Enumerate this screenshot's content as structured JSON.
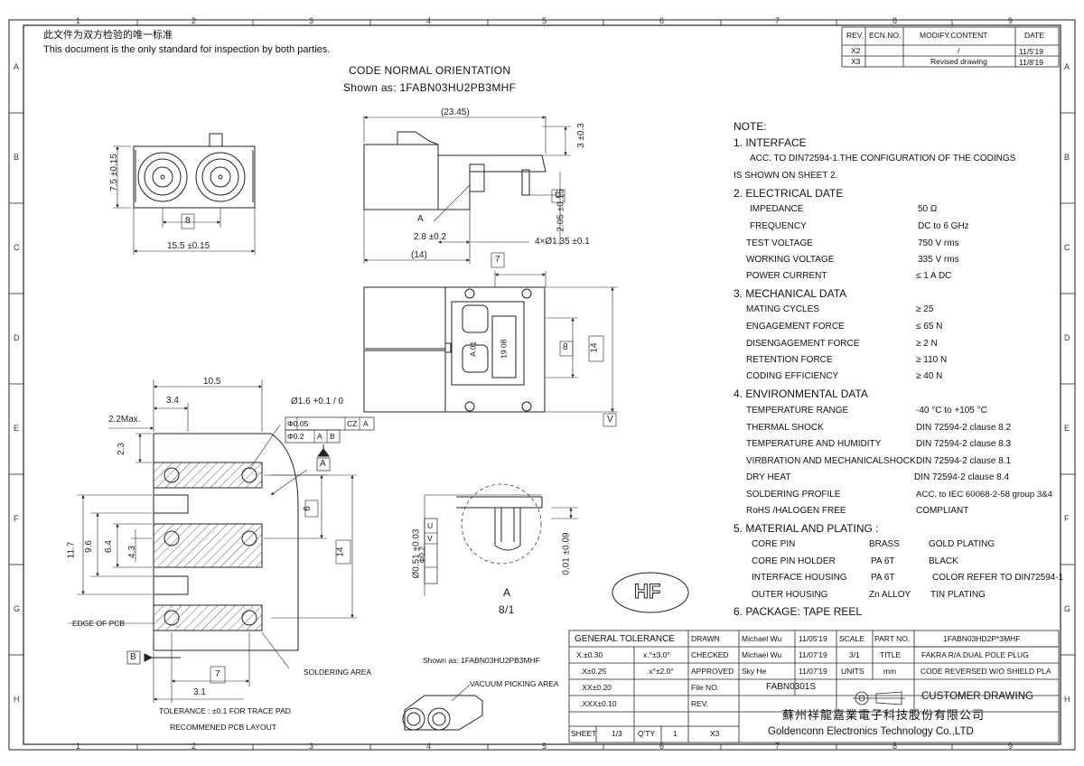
{
  "header": {
    "chinese": "此文件为双方检验的唯一标准",
    "english": "This document is the only standard for inspection by both parties."
  },
  "border": {
    "cols": [
      "1",
      "2",
      "3",
      "4",
      "5",
      "6",
      "7",
      "8",
      "9"
    ],
    "rows": [
      "A",
      "B",
      "C",
      "D",
      "E",
      "F",
      "G",
      "H"
    ]
  },
  "revision_table": {
    "headers": [
      "REV.",
      "ECN.NO.",
      "MODIFY.CONTENT",
      "DATE"
    ],
    "rows": [
      [
        "X2",
        "",
        "/",
        "11/5'19"
      ],
      [
        "X3",
        "",
        "Revised drawing",
        "11/8'19"
      ]
    ]
  },
  "orientation": {
    "title": "CODE NORMAL ORIENTATION",
    "shown_as": "Shown as: 1FABN03HU2PB3MHF"
  },
  "views": {
    "front_dims": [
      "7.5 ±0.15",
      "8",
      "15.5 ±0.15"
    ],
    "side_dims": [
      "(23.45)",
      "3 ±0.3",
      "2.05 ±0.15",
      "2.8 ±0.2",
      "(14)",
      "4×Ø1.35 ±0.1",
      "A",
      "U"
    ],
    "top_dims": [
      "7",
      "8",
      "14",
      "V",
      "A 01",
      "19 08"
    ],
    "pcb_dims": [
      "10.5",
      "3.4",
      "2.2Max.",
      "2.3",
      "11.7",
      "9.6",
      "6.4",
      "4.3",
      "6",
      "14",
      "7",
      "3.1",
      "Ø1.6 +0.1 / 0"
    ],
    "pcb_tol1": [
      "Φ0.05",
      "CZ",
      "A"
    ],
    "pcb_tol2": [
      "Φ0.2",
      "A",
      "B"
    ],
    "datum_a": "A",
    "datum_b": "B",
    "detail_dims": [
      "Ø0.51 ±0.03",
      "Φ0.2",
      "U",
      "V",
      "0.01 ±0.09"
    ],
    "detail_label": "A",
    "detail_scale": "8/1",
    "edge_of_pcb": "EDGE OF PCB",
    "soldering_area": "SOLDERING AREA",
    "tolerance": "TOLERANCE :   ±0.1  FOR TRACE PAD",
    "recommended": "RECOMMENED PCB LAYOUT",
    "shown_as_2": "Shown as: 1FABN03HU2PB3MHF",
    "vacuum": "VACUUM PICKING AREA",
    "hf_logo": "HF"
  },
  "notes": {
    "title": "NOTE:",
    "sections": [
      {
        "head": "1. INTERFACE",
        "lines": [
          "ACC. TO DIN72594-1.THE CONFIGURATION OF THE CODINGS",
          "IS SHOWN ON SHEET 2."
        ]
      },
      {
        "head": "2. ELECTRICAL DATE",
        "rows": [
          [
            "IMPEDANCE",
            "50          Ω"
          ],
          [
            "FREQUENCY",
            "DC to 6 GHz"
          ],
          [
            "TEST VOLTAGE",
            "750 V rms"
          ],
          [
            "WORKING VOLTAGE",
            "335 V rms"
          ],
          [
            "POWER CURRENT",
            "≤ 1 A DC"
          ]
        ]
      },
      {
        "head": "3. MECHANICAL DATA",
        "rows": [
          [
            "MATING CYCLES",
            "≥ 25"
          ],
          [
            "ENGAGEMENT FORCE",
            "≤ 65 N"
          ],
          [
            "DISENGAGEMENT FORCE",
            "≥ 2 N"
          ],
          [
            "RETENTION FORCE",
            "≥ 110 N"
          ],
          [
            "CODING EFFICIENCY",
            "≥ 40 N"
          ]
        ]
      },
      {
        "head": "4. ENVIRONMENTAL DATA",
        "rows": [
          [
            "TEMPERATURE RANGE",
            "-40 °C to +105 °C"
          ],
          [
            "THERMAL SHOCK",
            "DIN 72594-2 clause 8.2"
          ],
          [
            "TEMPERATURE AND HUMIDITY",
            "DIN 72594-2 clause 8.3"
          ],
          [
            "VIRBRATION AND MECHANICALSHOCK",
            "DIN 72594-2 clause 8.1"
          ],
          [
            "DRY HEAT",
            "DIN 72594-2 clause 8.4"
          ],
          [
            "SOLDERING PROFILE",
            "ACC. to IEC 60068-2-58 group 3&4"
          ],
          [
            "RoHS  /HALOGEN FREE",
            "COMPLIANT"
          ]
        ]
      },
      {
        "head": "5. MATERIAL AND PLATING :",
        "rows3": [
          [
            "CORE PIN",
            "BRASS",
            "GOLD PLATING"
          ],
          [
            "CORE PIN HOLDER",
            "PA 6T",
            "BLACK"
          ],
          [
            "INTERFACE HOUSING",
            "PA 6T",
            "COLOR REFER TO DIN72594-1"
          ],
          [
            "OUTER  HOUSING",
            "Zn ALLOY",
            "TIN PLATING"
          ]
        ]
      },
      {
        "head": "6. PACKAGE:    TAPE REEL"
      }
    ]
  },
  "title_block": {
    "general_tolerance": "GENERAL TOLERANCE",
    "tol_rows": [
      [
        "X.±0.30",
        "x.°±3.0°"
      ],
      [
        ".X±0.25",
        ".x°±2.0°"
      ],
      [
        ".XX±0.20",
        ""
      ],
      [
        ".XXX±0.10",
        ""
      ]
    ],
    "drawn_label": "DRAWN",
    "drawn_name": "Michael Wu",
    "drawn_date": "11/05'19",
    "checked_label": "CHECKED",
    "checked_name": "Michael Wu",
    "checked_date": "11/07'19",
    "approved_label": "APPROVED",
    "approved_name": "Sky He",
    "approved_date": "11/07'19",
    "file_label": "File NO.",
    "file_no": "FABN0301S",
    "rev_label": "REV.",
    "scale_label": "SCALE",
    "scale": "3/1",
    "units_label": "UNITS",
    "units": "mm",
    "title_label": "TITLE",
    "part_label": "PART NO.",
    "part_no": "1FABN03HD2P*3MHF",
    "title_1": "FAKRA R/A DUAL POLE PLUG",
    "title_2": "CODE REVERSED W/O SHIELD PLA",
    "customer": "CUSTOMER DRAWING",
    "company_cn": "蘇州祥龍嘉業電子科技股份有限公司",
    "company_en": "Goldenconn Electronics Technology Co.,LTD",
    "sheet_label": "SHEET",
    "sheet": "1/3",
    "qty_label": "Q'TY",
    "qty": "1",
    "rev_value": "X3"
  }
}
